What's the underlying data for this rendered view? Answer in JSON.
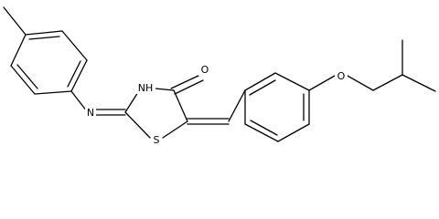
{
  "molecule": {
    "atom_labels": {
      "imine_n": "N",
      "ring_nh": "NH",
      "carbonyl_o": "O",
      "ring_s": "S",
      "ether_o": "O"
    },
    "colors": {
      "bond": "#000000",
      "label": "#000000",
      "background": "#ffffff"
    }
  }
}
